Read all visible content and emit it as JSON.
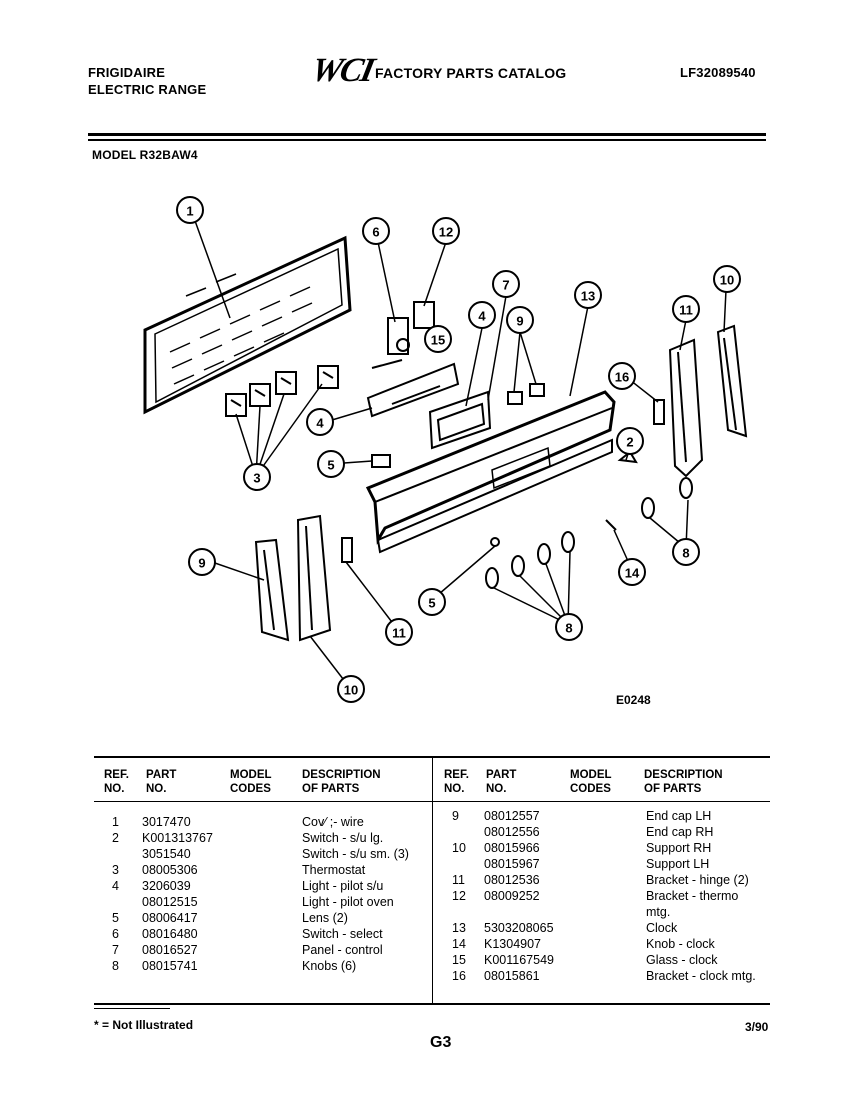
{
  "header": {
    "brand_line1": "FRIGIDAIRE",
    "brand_line2": "ELECTRIC RANGE",
    "logo_text": "WCI",
    "catalog_title": "FACTORY PARTS CATALOG",
    "catalog_number": "LF32089540",
    "model_label": "MODEL R32BAW4"
  },
  "diagram": {
    "drawing_id": "E0248",
    "callouts": [
      "1",
      "2",
      "3",
      "6",
      "12",
      "15",
      "7",
      "13",
      "4",
      "9",
      "10",
      "11",
      "16",
      "4",
      "5",
      "8",
      "9",
      "11",
      "5",
      "14",
      "8",
      "10"
    ]
  },
  "table": {
    "headers": {
      "ref": [
        "REF.",
        "NO."
      ],
      "part": [
        "PART",
        "NO."
      ],
      "model": [
        "MODEL",
        "CODES"
      ],
      "desc": [
        "DESCRIPTION",
        "OF PARTS"
      ]
    },
    "left_rows": [
      {
        "ref": "1",
        "part": "3017470",
        "code": "",
        "desc": "Cov⁄ ;- wire"
      },
      {
        "ref": "2",
        "part": "K001313767",
        "code": "",
        "desc": "Switch - s/u lg."
      },
      {
        "ref": "",
        "part": "3051540",
        "code": "",
        "desc": "Switch - s/u sm. (3)"
      },
      {
        "ref": "3",
        "part": "08005306",
        "code": "",
        "desc": "Thermostat"
      },
      {
        "ref": "4",
        "part": "3206039",
        "code": "",
        "desc": "Light - pilot s/u"
      },
      {
        "ref": "",
        "part": "08012515",
        "code": "",
        "desc": "Light - pilot oven"
      },
      {
        "ref": "5",
        "part": "08006417",
        "code": "",
        "desc": "Lens (2)"
      },
      {
        "ref": "6",
        "part": "08016480",
        "code": "",
        "desc": "Switch - select"
      },
      {
        "ref": "7",
        "part": "08016527",
        "code": "",
        "desc": "Panel - control"
      },
      {
        "ref": "8",
        "part": "08015741",
        "code": "",
        "desc": "Knobs (6)"
      }
    ],
    "right_rows": [
      {
        "ref": "9",
        "part": "08012557",
        "code": "",
        "desc": "End cap LH"
      },
      {
        "ref": "",
        "part": "08012556",
        "code": "",
        "desc": "End cap RH"
      },
      {
        "ref": "10",
        "part": "08015966",
        "code": "",
        "desc": "Support RH"
      },
      {
        "ref": "",
        "part": "08015967",
        "code": "",
        "desc": "Support LH"
      },
      {
        "ref": "11",
        "part": "08012536",
        "code": "",
        "desc": "Bracket - hinge (2)"
      },
      {
        "ref": "12",
        "part": "08009252",
        "code": "",
        "desc": "Bracket - thermo"
      },
      {
        "ref": "",
        "part": "",
        "code": "",
        "desc": "mtg."
      },
      {
        "ref": "13",
        "part": "5303208065",
        "code": "",
        "desc": "Clock"
      },
      {
        "ref": "14",
        "part": "K1304907",
        "code": "",
        "desc": "Knob - clock"
      },
      {
        "ref": "15",
        "part": "K001167549",
        "code": "",
        "desc": "Glass - clock"
      },
      {
        "ref": "16",
        "part": "08015861",
        "code": "",
        "desc": "Bracket - clock mtg."
      }
    ]
  },
  "footer": {
    "note": "* = Not Illustrated",
    "page": "G3",
    "date": "3/90"
  }
}
